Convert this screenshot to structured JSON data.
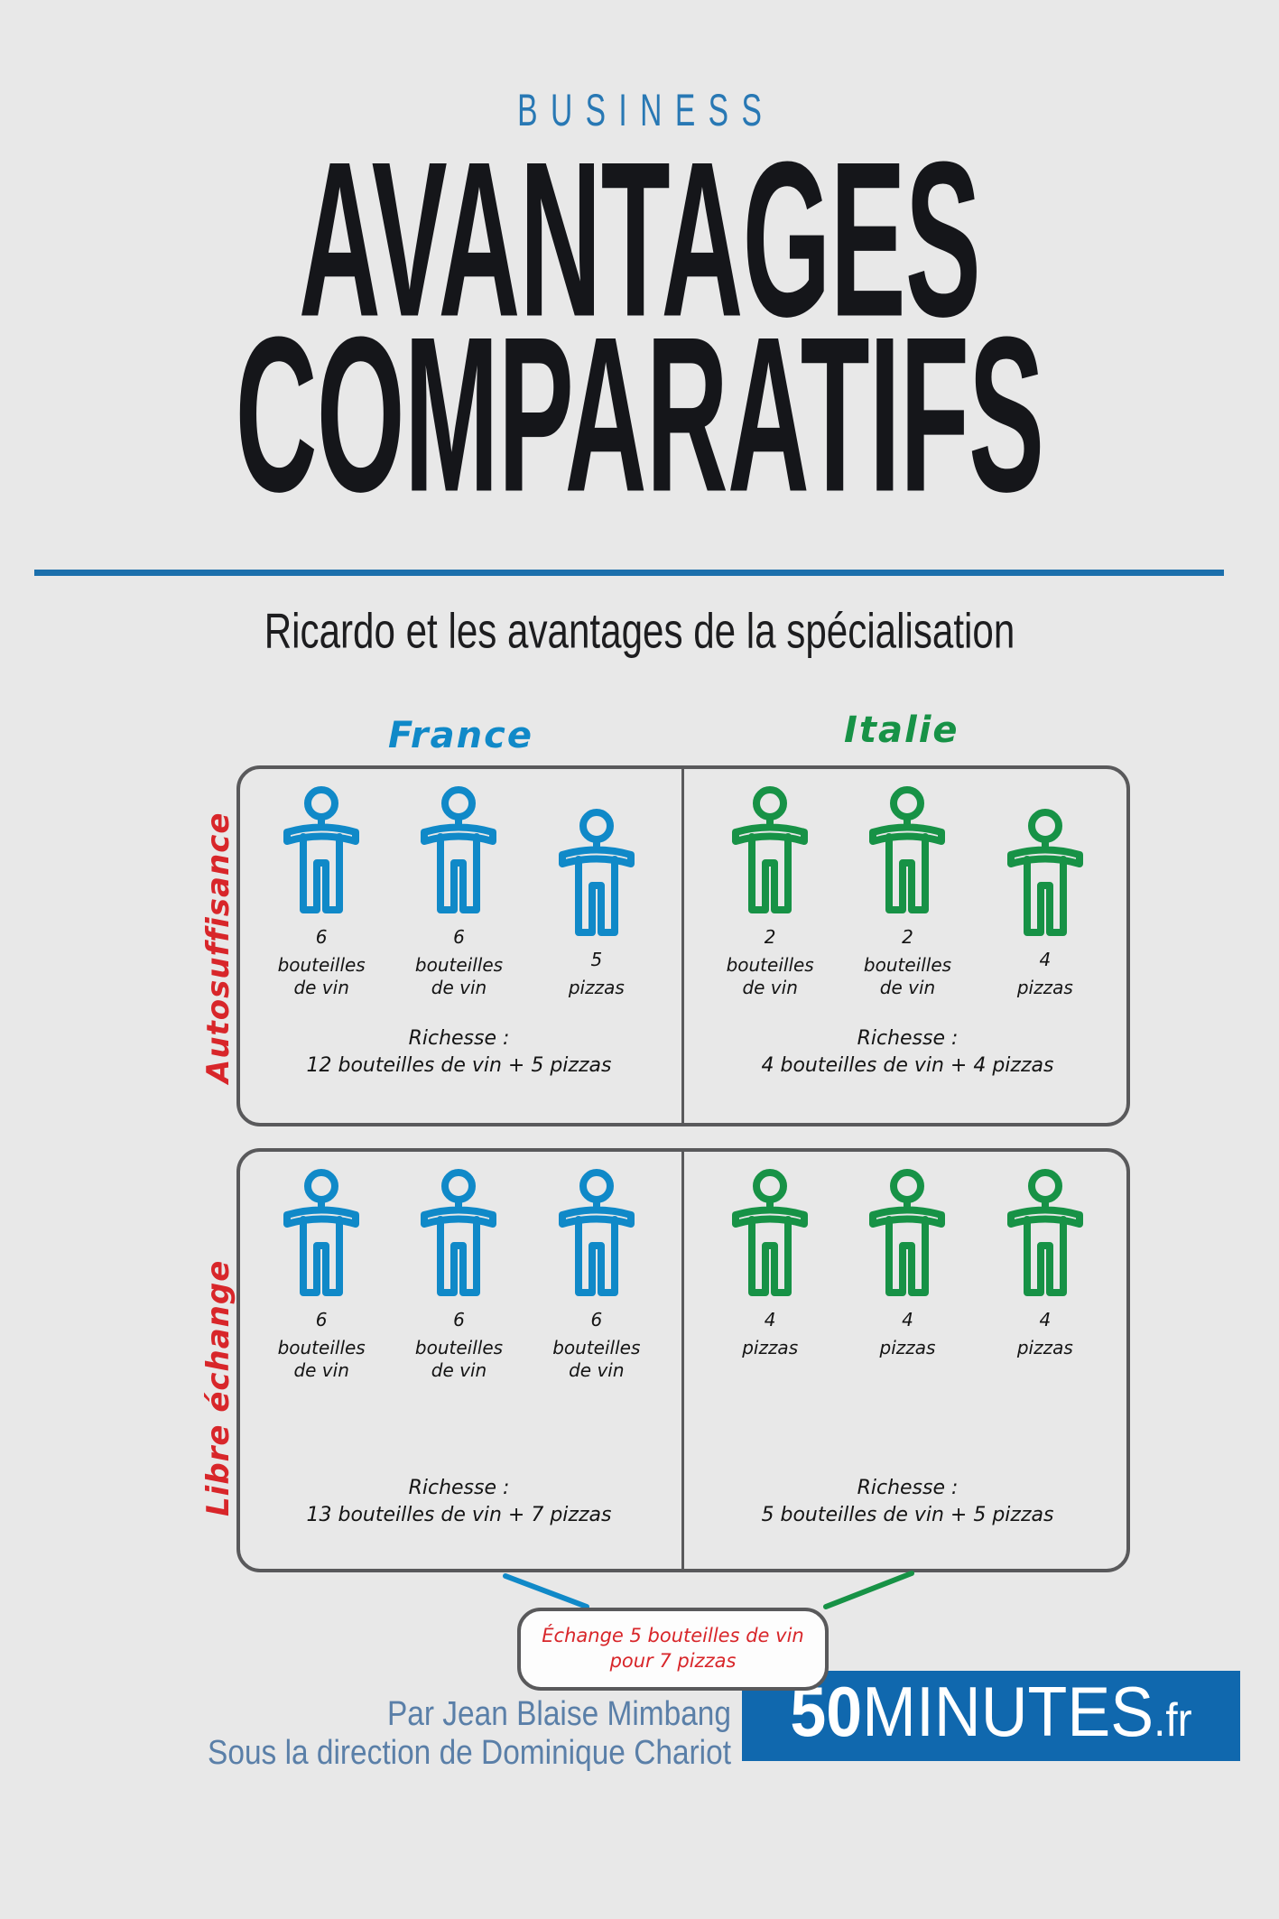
{
  "cover": {
    "kicker": "BUSINESS",
    "title_line1": "AVANTAGES",
    "title_line2": "COMPARATIFS",
    "subtitle": "Ricardo et les avantages de la spécialisation",
    "accent_color": "#1b6fac",
    "background_color": "#e8e8e8"
  },
  "infographic": {
    "columns": [
      {
        "name": "France",
        "color": "#1089c8"
      },
      {
        "name": "Italie",
        "color": "#179246"
      }
    ],
    "rows": [
      {
        "name": "Autosuffisance",
        "color": "#d8262a"
      },
      {
        "name": "Libre échange",
        "color": "#d8262a"
      }
    ],
    "richesse_label": "Richesse :",
    "cells": {
      "autosuffisance_france": {
        "figures": [
          {
            "count": "6",
            "item": "bouteilles\nde vin"
          },
          {
            "count": "6",
            "item": "bouteilles\nde vin"
          },
          {
            "count": "5",
            "item": "pizzas"
          }
        ],
        "richesse": "12 bouteilles de vin + 5 pizzas"
      },
      "autosuffisance_italie": {
        "figures": [
          {
            "count": "2",
            "item": "bouteilles\nde vin"
          },
          {
            "count": "2",
            "item": "bouteilles\nde vin"
          },
          {
            "count": "4",
            "item": "pizzas"
          }
        ],
        "richesse": "4 bouteilles de vin + 4 pizzas"
      },
      "libre_echange_france": {
        "figures": [
          {
            "count": "6",
            "item": "bouteilles\nde vin"
          },
          {
            "count": "6",
            "item": "bouteilles\nde vin"
          },
          {
            "count": "6",
            "item": "bouteilles\nde vin"
          }
        ],
        "richesse": "13 bouteilles de vin + 7 pizzas"
      },
      "libre_echange_italie": {
        "figures": [
          {
            "count": "4",
            "item": "pizzas"
          },
          {
            "count": "4",
            "item": "pizzas"
          },
          {
            "count": "4",
            "item": "pizzas"
          }
        ],
        "richesse": "5 bouteilles de vin + 5 pizzas"
      }
    },
    "exchange_note_line1": "Échange 5 bouteilles de vin",
    "exchange_note_line2": "pour 7 pizzas",
    "exchange_note_color": "#d8262a"
  },
  "footer": {
    "author_line1": "Par Jean Blaise Mimbang",
    "author_line2": "Sous la direction de Dominique Chariot",
    "logo_bold": "50",
    "logo_main": "MINUTES",
    "logo_suffix": ".fr",
    "logo_background": "#1068ae"
  }
}
